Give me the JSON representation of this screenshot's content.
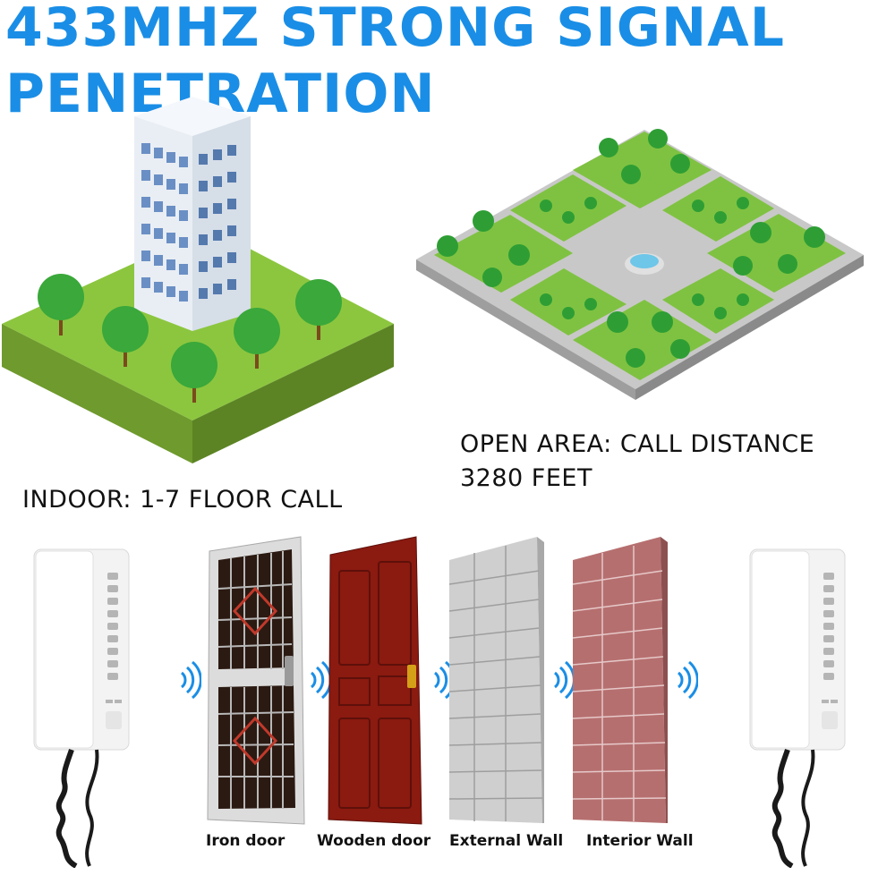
{
  "headline": {
    "line1": "433MHZ STRONG SIGNAL",
    "line2": "PENETRATION"
  },
  "open_area": {
    "line1": "OPEN AREA: CALL DISTANCE",
    "line2": "3280 FEET"
  },
  "indoor": {
    "text": "INDOOR: 1-7 FLOOR CALL"
  },
  "obstacles": [
    {
      "label": "Iron door"
    },
    {
      "label": "Wooden door"
    },
    {
      "label": "External Wall"
    },
    {
      "label": "Interior Wall"
    }
  ],
  "colors": {
    "accent": "#1a8ee6",
    "grass": "#8cc63f",
    "soil": "#6b8e23",
    "building": "#e8eef5",
    "door_red": "#8b1a10",
    "brick_grey": "#c9c9c9",
    "brick_red": "#b36a6a"
  },
  "icons": [
    "building-illustration",
    "city-park-illustration",
    "intercom-phone-icon",
    "signal-wave-icon",
    "iron-door-icon",
    "wooden-door-icon",
    "external-wall-icon",
    "interior-wall-icon"
  ]
}
